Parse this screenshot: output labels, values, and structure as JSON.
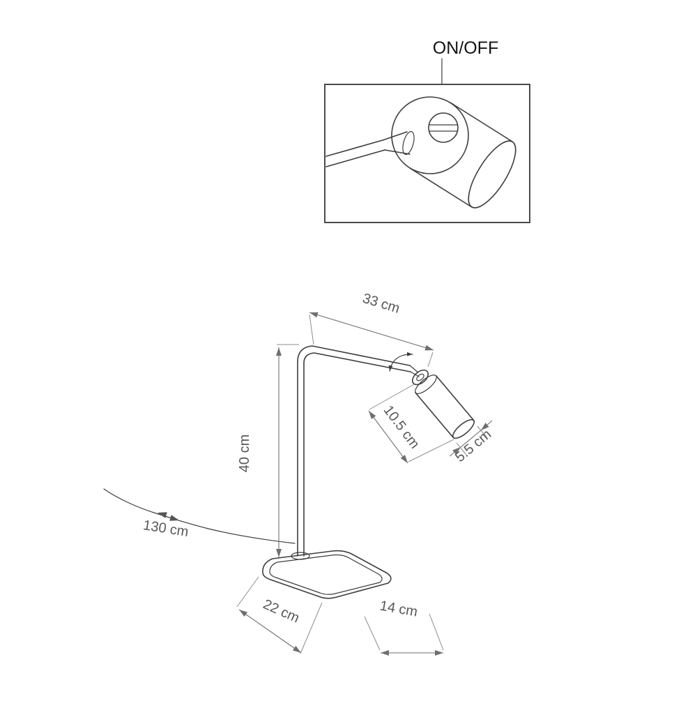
{
  "labels": {
    "on_off": "ON/OFF"
  },
  "dimensions": {
    "arm_length": "33 cm",
    "height": "40 cm",
    "head_length": "10.5 cm",
    "head_diameter": "5.5 cm",
    "cable_length": "130 cm",
    "base_width": "22 cm",
    "base_depth": "14 cm"
  },
  "colors": {
    "line": "#3d3d3d",
    "dimension": "#6f6f6f",
    "text": "#585858"
  }
}
